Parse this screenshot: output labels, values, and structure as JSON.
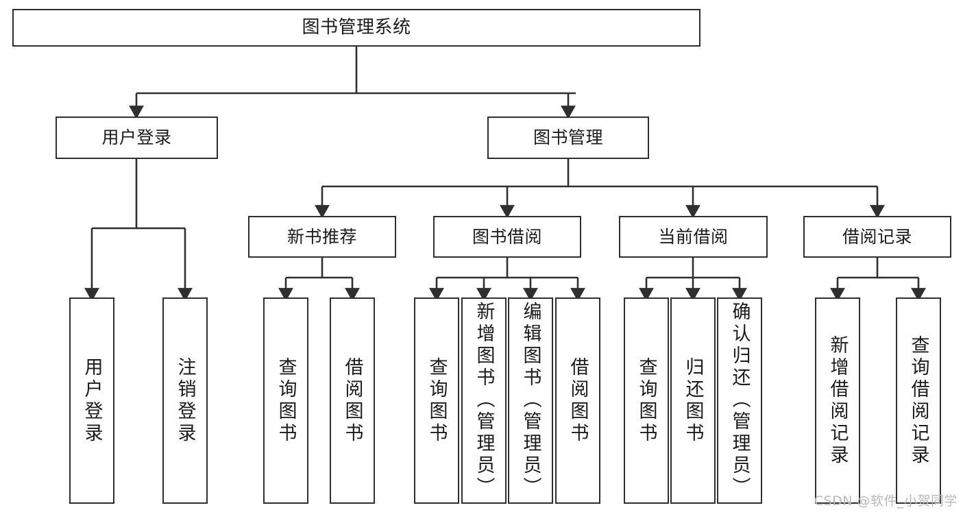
{
  "diagram": {
    "title": "图书管理系统",
    "watermark": "CSDN @软件_小贺同学",
    "line_color": "#2f2f2f",
    "box_fill": "#ffffff",
    "text_color": "#1b1b1b",
    "watermark_color": "#b9b9b9"
  },
  "nodes": {
    "root": {
      "label": "图书管理系统"
    },
    "level2": [
      {
        "label": "用户登录"
      },
      {
        "label": "图书管理"
      }
    ],
    "level3": [
      {
        "label": "新书推荐"
      },
      {
        "label": "图书借阅"
      },
      {
        "label": "当前借阅"
      },
      {
        "label": "借阅记录"
      }
    ],
    "leaves": [
      {
        "label": "用户登录",
        "parent": "用户登录"
      },
      {
        "label": "注销登录",
        "parent": "用户登录"
      },
      {
        "label": "查询图书",
        "parent": "新书推荐"
      },
      {
        "label": "借阅图书",
        "parent": "新书推荐"
      },
      {
        "label": "查询图书",
        "parent": "图书借阅"
      },
      {
        "label": "新增图书（管理员）",
        "parent": "图书借阅"
      },
      {
        "label": "编辑图书（管理员）",
        "parent": "图书借阅"
      },
      {
        "label": "借阅图书",
        "parent": "图书借阅"
      },
      {
        "label": "查询图书",
        "parent": "当前借阅"
      },
      {
        "label": "归还图书",
        "parent": "当前借阅"
      },
      {
        "label": "确认归还（管理员）",
        "parent": "当前借阅"
      },
      {
        "label": "新增借阅记录",
        "parent": "借阅记录"
      },
      {
        "label": "查询借阅记录",
        "parent": "借阅记录"
      }
    ]
  }
}
